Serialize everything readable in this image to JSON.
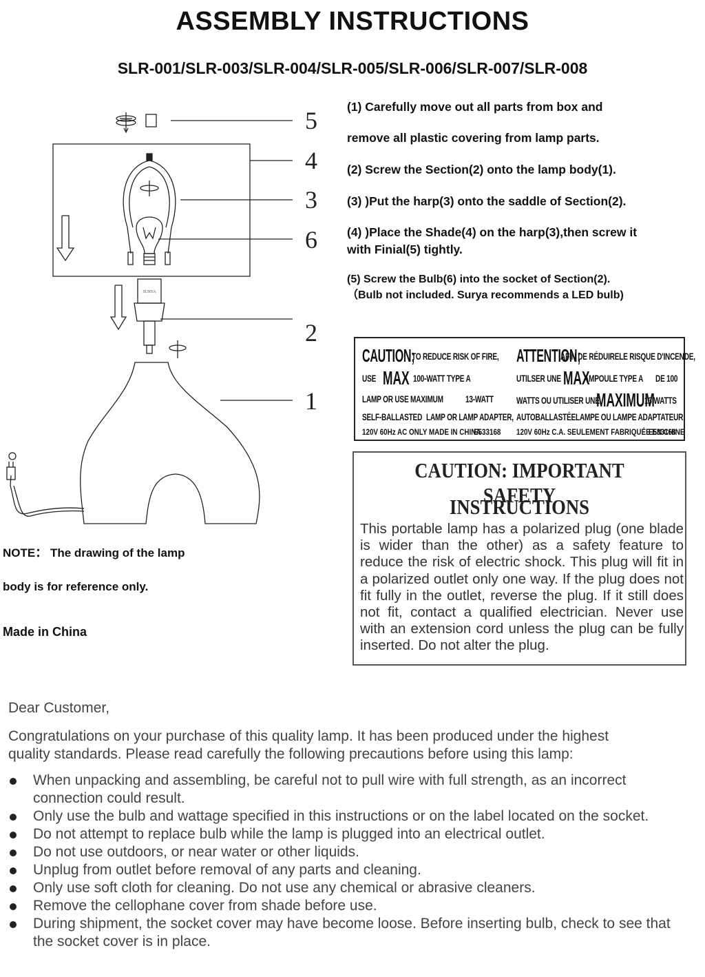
{
  "header": {
    "title": "ASSEMBLY INSTRUCTIONS",
    "models": "SLR-001/SLR-003/SLR-004/SLR-005/SLR-006/SLR-007/SLR-008"
  },
  "steps": [
    "(1) Carefully move out all parts from box and",
    "remove all plastic covering from lamp parts.",
    "(2) Screw the Section(2) onto the lamp body(1).",
    "(3) )Put the harp(3) onto the saddle of Section(2).",
    "(4) )Place the Shade(4) on the harp(3),then screw it",
    "with Finial(5) tightly.",
    "(5) Screw the Bulb(6) into the socket of Section(2).",
    "（Bulb not included. Surya recommends a LED bulb)"
  ],
  "diagram": {
    "callouts": [
      "5",
      "4",
      "3",
      "6",
      "2",
      "1"
    ]
  },
  "notes": {
    "line1": "NOTE： The drawing of the lamp",
    "line2": "body is for reference only.",
    "made_in": "Made in China"
  },
  "caution_label": {
    "en_caution": "CAUTION;",
    "en_reduce": "TO REDUCE RISK OF FIRE,",
    "en_use": "USE",
    "en_max": "MAX",
    "en_watt": "100-WATT TYPE A",
    "en_lamp": "LAMP OR USE MAXIMUM",
    "en_13": "13-WATT",
    "en_self": "SELF-BALLASTED",
    "en_adapter": "LAMP OR LAMP ADAPTER,",
    "en_120": "120V 60Hz AC ONLY MADE IN CHINA",
    "en_code": "E533168",
    "fr_attention": "ATTENTION;",
    "fr_afin": "AFIN DE RÉDUIRELE RISQUE D'INCENDE,",
    "fr_utiliser": "UTILSER UNE",
    "fr_max": "MAX",
    "fr_ampoule": "AMPOULE TYPE A",
    "fr_de100": "DE 100",
    "fr_watts": "WATTS OU UTILISER UNE",
    "fr_maximum": "MAXIMUM",
    "fr_13w": "13 WATTS",
    "fr_auto": "AUTOBALLASTÉE",
    "fr_lampe": "LAMPE OU LAMPE ADAPTATEUR.",
    "fr_120": "120V 60Hz C.A. SEULEMENT FABRIQUÉE EN CHINE",
    "fr_code": "E533168"
  },
  "safety": {
    "title_line1": "CAUTION: IMPORTANT SAFETY",
    "title_line2": "INSTRUCTIONS",
    "body": "This portable lamp has a polarized plug (one blade is wider than the other) as a safety feature to reduce the risk of electric shock. This plug will fit in a polarized outlet only one way. If the plug does not fit fully in the outlet, reverse the plug. If it still does not fit, contact a qualified electrician. Never use with an extension cord unless the plug can be fully inserted. Do not alter the plug."
  },
  "customer": {
    "greeting": "Dear Customer,",
    "intro": "Congratulations on your purchase of this quality lamp. It has been produced under the highest quality standards. Please read carefully the following precautions before using this lamp:",
    "bullets": [
      "When unpacking and assembling, be careful not to pull wire with full strength, as an incorrect connection could result.",
      "Only use the bulb and wattage specified in this instructions or on the label located on the socket.",
      "Do not attempt to replace bulb while the lamp is plugged into an electrical outlet.",
      "Do not use outdoors, or near water or other liquids.",
      "Unplug from outlet before removal of any parts and cleaning.",
      "Only use soft cloth for cleaning. Do not use any chemical or abrasive cleaners.",
      "Remove the cellophane cover from shade before use.",
      "During shipment, the socket cover may have become loose. Before inserting bulb, check to see that the socket cover is in place."
    ]
  }
}
